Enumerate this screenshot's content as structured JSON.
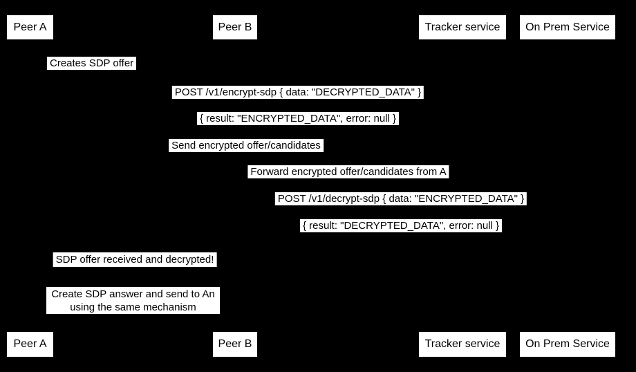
{
  "colors": {
    "background": "#000000",
    "label_background": "#ffffff",
    "text": "#000000"
  },
  "participants": {
    "peer_a": "Peer A",
    "peer_b": "Peer B",
    "tracker": "Tracker service",
    "on_prem": "On Prem Service"
  },
  "messages": {
    "creates_offer": "Creates SDP offer",
    "post_encrypt": "POST /v1/encrypt-sdp { data: \"DECRYPTED_DATA\" }",
    "encrypt_result": "{ result: \"ENCRYPTED_DATA\", error: null }",
    "send_encrypted": "Send encrypted offer/candidates",
    "forward_encrypted": "Forward encrypted offer/candidates from A",
    "post_decrypt": "POST /v1/decrypt-sdp { data: \"ENCRYPTED_DATA\" }",
    "decrypt_result": "{ result: \"DECRYPTED_DATA\", error: null }",
    "offer_received": "SDP offer received and decrypted!",
    "note_line1": "Create SDP answer and send to An",
    "note_line2": "using the same mechanism"
  }
}
